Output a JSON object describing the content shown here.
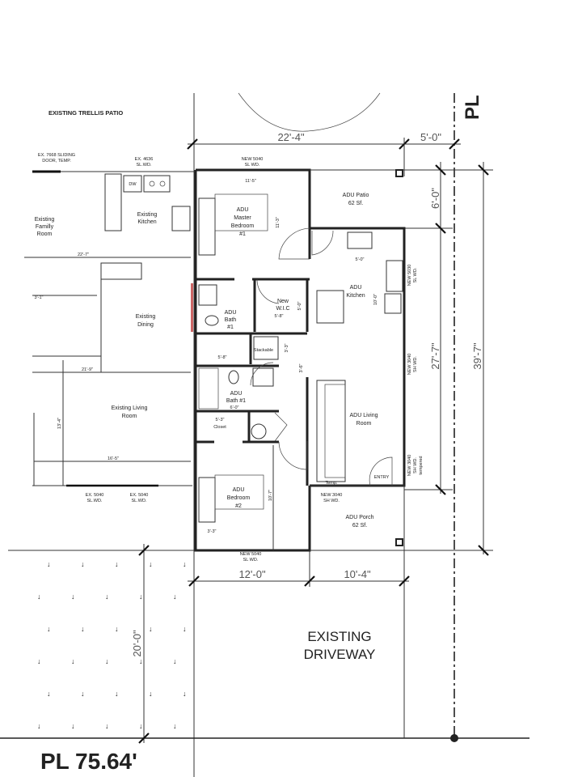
{
  "title": "ADU Floor Plan",
  "headers": {
    "pl_top": "PL",
    "pl_bottom": "PL 75.64'",
    "trellis": "EXISTING TRELLIS PATIO",
    "driveway_1": "EXISTING",
    "driveway_2": "DRIVEWAY"
  },
  "dimensions": {
    "top_width": "22'-4\"",
    "top_setback": "5'-0\"",
    "patio_depth": "6'-0\"",
    "adu_depth": "27'-7\"",
    "total_depth": "39'-7\"",
    "bottom_left": "12'-0\"",
    "bottom_right": "10'-4\"",
    "driveway_depth": "20'-0\"",
    "master_width": "11'-5\"",
    "master_depth": "11'-3\"",
    "kitchen_counter": "5'-0\"",
    "kitchen_depth": "10'-0\"",
    "wic_width": "5'-8\"",
    "wic_depth": "5'-0\"",
    "bath1_width": "5'-8\"",
    "bath2_width": "6'-0\"",
    "laundry": "3'-3\"",
    "hall": "3'-6\"",
    "closet": "5'-3\"",
    "bed2_depth": "10'-7\"",
    "bed2_closet": "3'-3\"",
    "ex_family": "22'-7\"",
    "ex_dining_offset": "3'-1\"",
    "ex_living_width": "21'-9\"",
    "ex_living_depth": "13'-4\"",
    "ex_living_inner": "16'-5\""
  },
  "rooms": {
    "ex_kitchen": [
      "Existing",
      "Kitchen"
    ],
    "ex_family": [
      "Existing",
      "Familly",
      "Room"
    ],
    "ex_dining": [
      "Existing",
      "Dining"
    ],
    "ex_living": [
      "Existing Living",
      "Room"
    ],
    "master": [
      "ADU",
      "Master",
      "Bedroom",
      "#1"
    ],
    "patio": [
      "ADU Patio",
      "62 Sf."
    ],
    "kitchen": [
      "ADU",
      "Kitchen"
    ],
    "wic": [
      "New",
      "W.I.C"
    ],
    "bath1": [
      "ADU",
      "Bath",
      "#1"
    ],
    "bath2": [
      "ADU",
      "Bath #1"
    ],
    "stackable": "Stackable",
    "closet": "Closet",
    "living": [
      "ADU Living",
      "Room"
    ],
    "entry": "ENTRY",
    "temp": "Temp.",
    "bed2": [
      "ADU",
      "Bedroom",
      "#2"
    ],
    "porch": [
      "ADU Porch",
      "62 Sf."
    ],
    "dw": "DW"
  },
  "windows": {
    "ex_slider": [
      "EX. 7668 SLIDING",
      "DOOR, TEMP."
    ],
    "ex_kitchen": [
      "EX. 4636",
      "SL.WD."
    ],
    "master": [
      "NEW 5040",
      "SL WD."
    ],
    "kitchen": [
      "NEW 5030",
      "SL WD."
    ],
    "living_right": [
      "NEW 3040",
      "SH WD."
    ],
    "entry_side": [
      "NEW 3040",
      "SH WD.",
      "tempered"
    ],
    "living_bottom": [
      "NEW 3040",
      "SH WD."
    ],
    "bed2": [
      "NEW 5040",
      "SL WD."
    ],
    "ex_living_1": [
      "EX. 5040",
      "SL.WD."
    ],
    "ex_living_2": [
      "EX. 5040",
      "SL.WD."
    ]
  }
}
